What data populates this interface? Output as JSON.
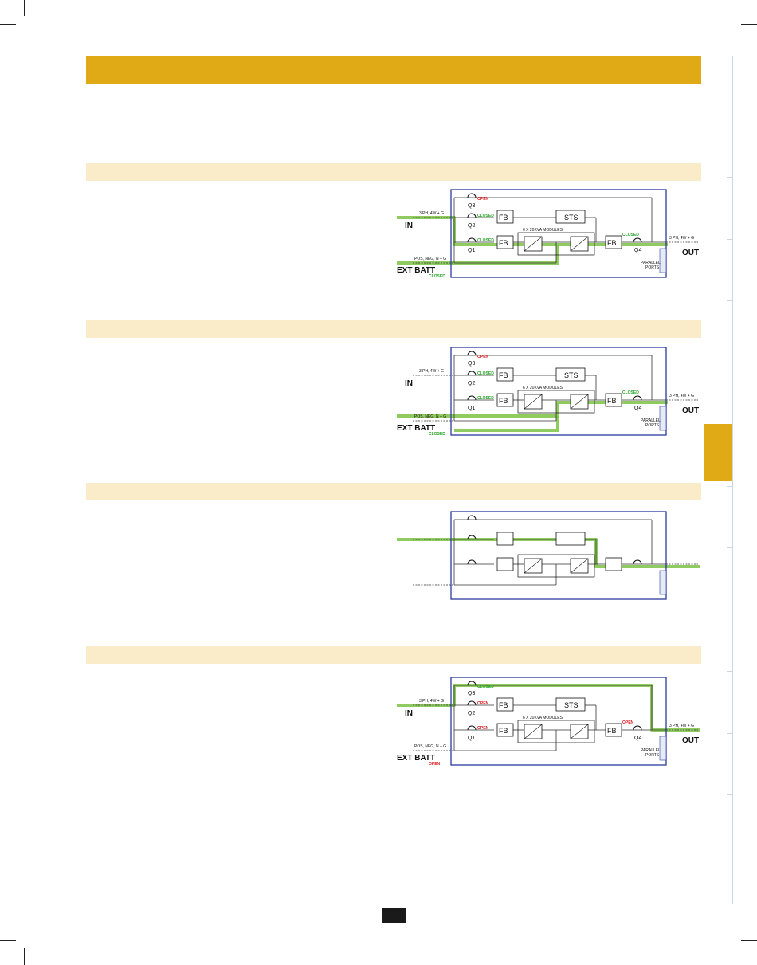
{
  "colors": {
    "header": "#e0aa17",
    "section": "#faebc9",
    "frame": "#2b3a9e",
    "power_path": "#7cc243",
    "closed": "#2aa52a",
    "open": "#e01b1b"
  },
  "labels": {
    "input_spec": "3 PH, 4W + G",
    "output_spec": "3 PH, 4W + G",
    "battery_spec": "POS, NEG, N + G",
    "in": "IN",
    "out": "OUT",
    "ext_batt": "EXT BATT",
    "modules": "6 X 20KVA MODULES",
    "fb": "FB",
    "sts": "STS",
    "parallel": "PARALLEL",
    "ports": "PORTS",
    "q1": "Q1",
    "q2": "Q2",
    "q3": "Q3",
    "q4": "Q4"
  },
  "states": {
    "open": "OPEN",
    "closed": "CLOSED"
  },
  "diagrams": [
    {
      "q3": "open",
      "q2": "closed",
      "q1": "closed",
      "q4": "closed",
      "batt": "closed",
      "path": "normal"
    },
    {
      "q3": "open",
      "q2": "closed",
      "q1": "closed",
      "q4": "closed",
      "batt": "closed",
      "path": "battery"
    },
    {
      "unlabeled": true,
      "path": "bypass"
    },
    {
      "q3": "closed",
      "q2": "open",
      "q1": "open",
      "q4": "open",
      "batt": "open",
      "path": "maintenance"
    }
  ]
}
